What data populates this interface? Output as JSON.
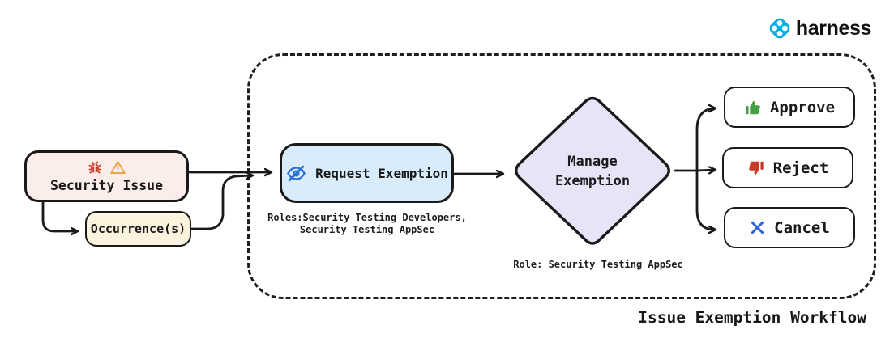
{
  "brand": {
    "name": "harness",
    "logo_color": "#00ADE4"
  },
  "workflow": {
    "title": "Issue Exemption Workflow",
    "stroke_color": "#1a1a1a",
    "nodes": {
      "security_issue": {
        "label": "Security Issue",
        "fill": "#FAEDEA",
        "icons": [
          "bug-icon",
          "warning-icon"
        ],
        "bug_color": "#D4402F",
        "warning_color": "#E8A33D"
      },
      "occurrences": {
        "label": "Occurrence(s)",
        "fill": "#FCF3DF"
      },
      "request_exemption": {
        "label": "Request Exemption",
        "fill": "#D9ECFB",
        "icon": "eye-off-icon",
        "icon_color": "#2971D8",
        "roles_note_line1": "Roles:Security Testing Developers,",
        "roles_note_line2": "Security Testing AppSec"
      },
      "manage_exemption": {
        "label_line1": "Manage",
        "label_line2": "Exemption",
        "fill": "#E7E4F8",
        "role_note": "Role: Security Testing AppSec"
      },
      "approve": {
        "label": "Approve",
        "icon": "thumbs-up-icon",
        "icon_color": "#44A044"
      },
      "reject": {
        "label": "Reject",
        "icon": "thumbs-down-icon",
        "icon_color": "#C93A28"
      },
      "cancel": {
        "label": "Cancel",
        "icon": "x-icon",
        "icon_color": "#2962D9"
      }
    }
  }
}
